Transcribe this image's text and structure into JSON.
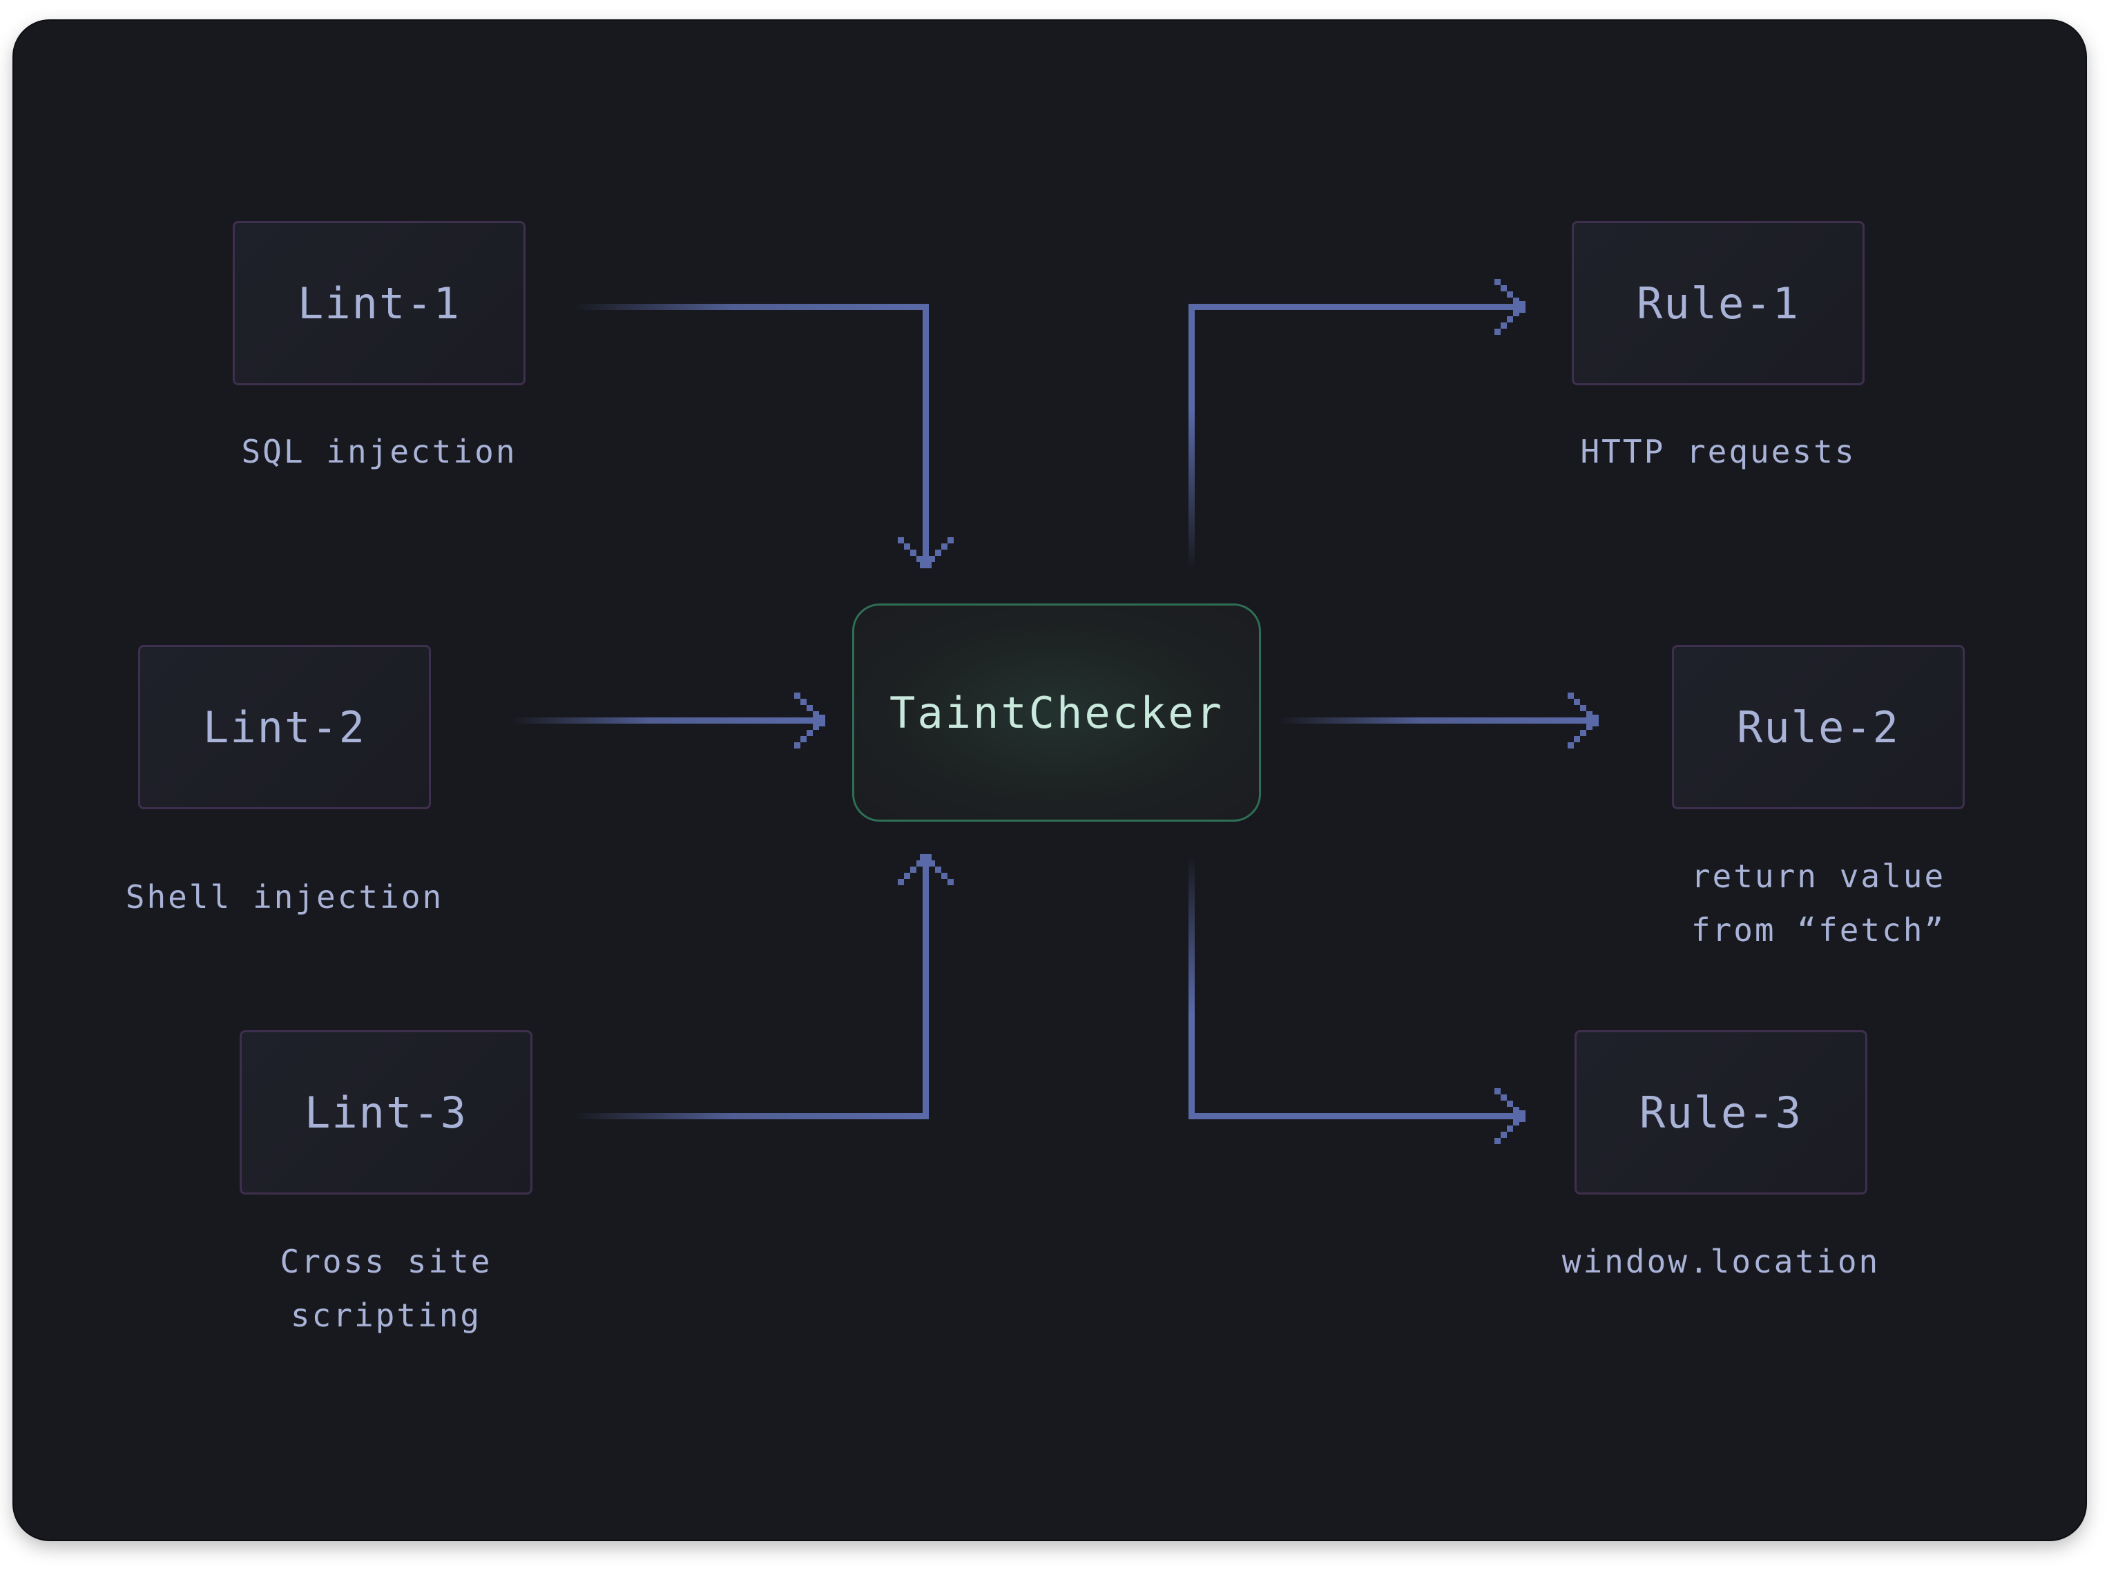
{
  "hub": {
    "label": "TaintChecker"
  },
  "sources": [
    {
      "label": "Lint-1",
      "caption": "SQL injection"
    },
    {
      "label": "Lint-2",
      "caption": "Shell injection"
    },
    {
      "label": "Lint-3",
      "caption": "Cross site\nscripting"
    }
  ],
  "sinks": [
    {
      "label": "Rule-1",
      "caption": "HTTP requests"
    },
    {
      "label": "Rule-2",
      "caption": "return value\nfrom “fetch”"
    },
    {
      "label": "Rule-3",
      "caption": "window.location"
    }
  ],
  "colors": {
    "background": "#18191e",
    "connector": "#5a6aa8",
    "node_border": "#3f2f4f",
    "hub_border": "#2f6f55",
    "text": "#a9b3d8",
    "hub_text": "#c9e9dd"
  }
}
